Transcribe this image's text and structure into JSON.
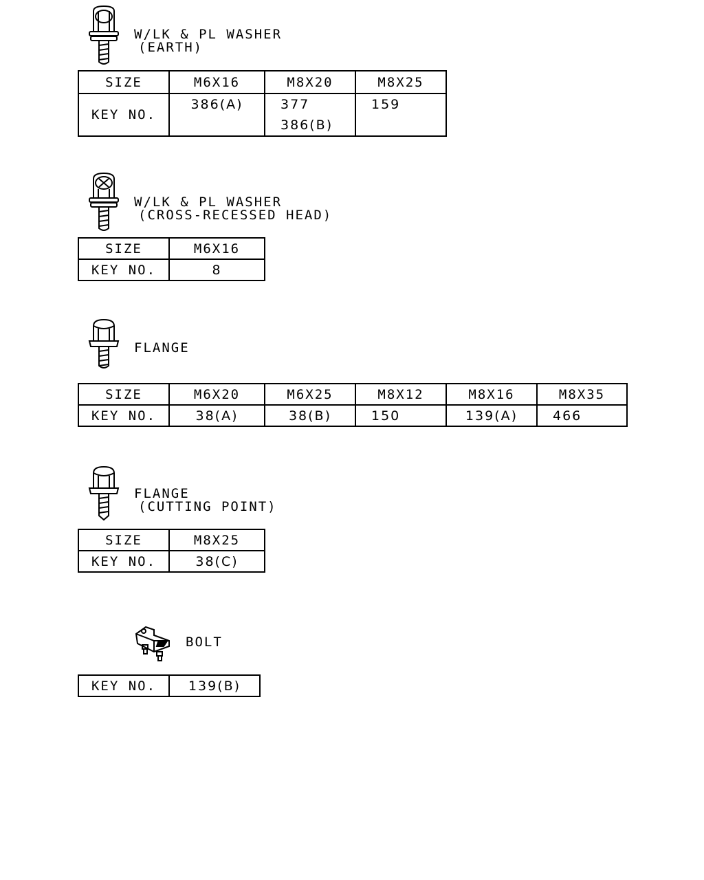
{
  "sections": [
    {
      "icon": "washer-bolt-icon",
      "title": "W/LK & PL WASHER",
      "subtitle": "(EARTH)",
      "size_label": "SIZE",
      "key_label": "KEY NO.",
      "columns": [
        {
          "size": "M6X16",
          "keys": [
            "386(A)"
          ]
        },
        {
          "size": "M8X20",
          "keys": [
            "377",
            "386(B)"
          ]
        },
        {
          "size": "M8X25",
          "keys": [
            "159"
          ]
        }
      ]
    },
    {
      "icon": "cross-recessed-bolt-icon",
      "title": "W/LK & PL WASHER",
      "subtitle": "(CROSS-RECESSED HEAD)",
      "size_label": "SIZE",
      "key_label": "KEY NO.",
      "columns": [
        {
          "size": "M6X16",
          "keys": [
            "8"
          ]
        }
      ]
    },
    {
      "icon": "flange-bolt-icon",
      "title": "FLANGE",
      "size_label": "SIZE",
      "key_label": "KEY NO.",
      "columns": [
        {
          "size": "M6X20",
          "keys": [
            "38(A)"
          ]
        },
        {
          "size": "M6X25",
          "keys": [
            "38(B)"
          ]
        },
        {
          "size": "M8X12",
          "keys": [
            "150"
          ]
        },
        {
          "size": "M8X16",
          "keys": [
            "139(A)"
          ]
        },
        {
          "size": "M8X35",
          "keys": [
            "466"
          ]
        }
      ]
    },
    {
      "icon": "flange-cutting-point-bolt-icon",
      "title": "FLANGE",
      "subtitle": "(CUTTING POINT)",
      "size_label": "SIZE",
      "key_label": "KEY NO.",
      "columns": [
        {
          "size": "M8X25",
          "keys": [
            "38(C)"
          ]
        }
      ]
    },
    {
      "icon": "bracket-bolt-icon",
      "title": "BOLT",
      "key_label": "KEY NO.",
      "columns": [
        {
          "keys": [
            "139(B)"
          ]
        }
      ]
    }
  ]
}
